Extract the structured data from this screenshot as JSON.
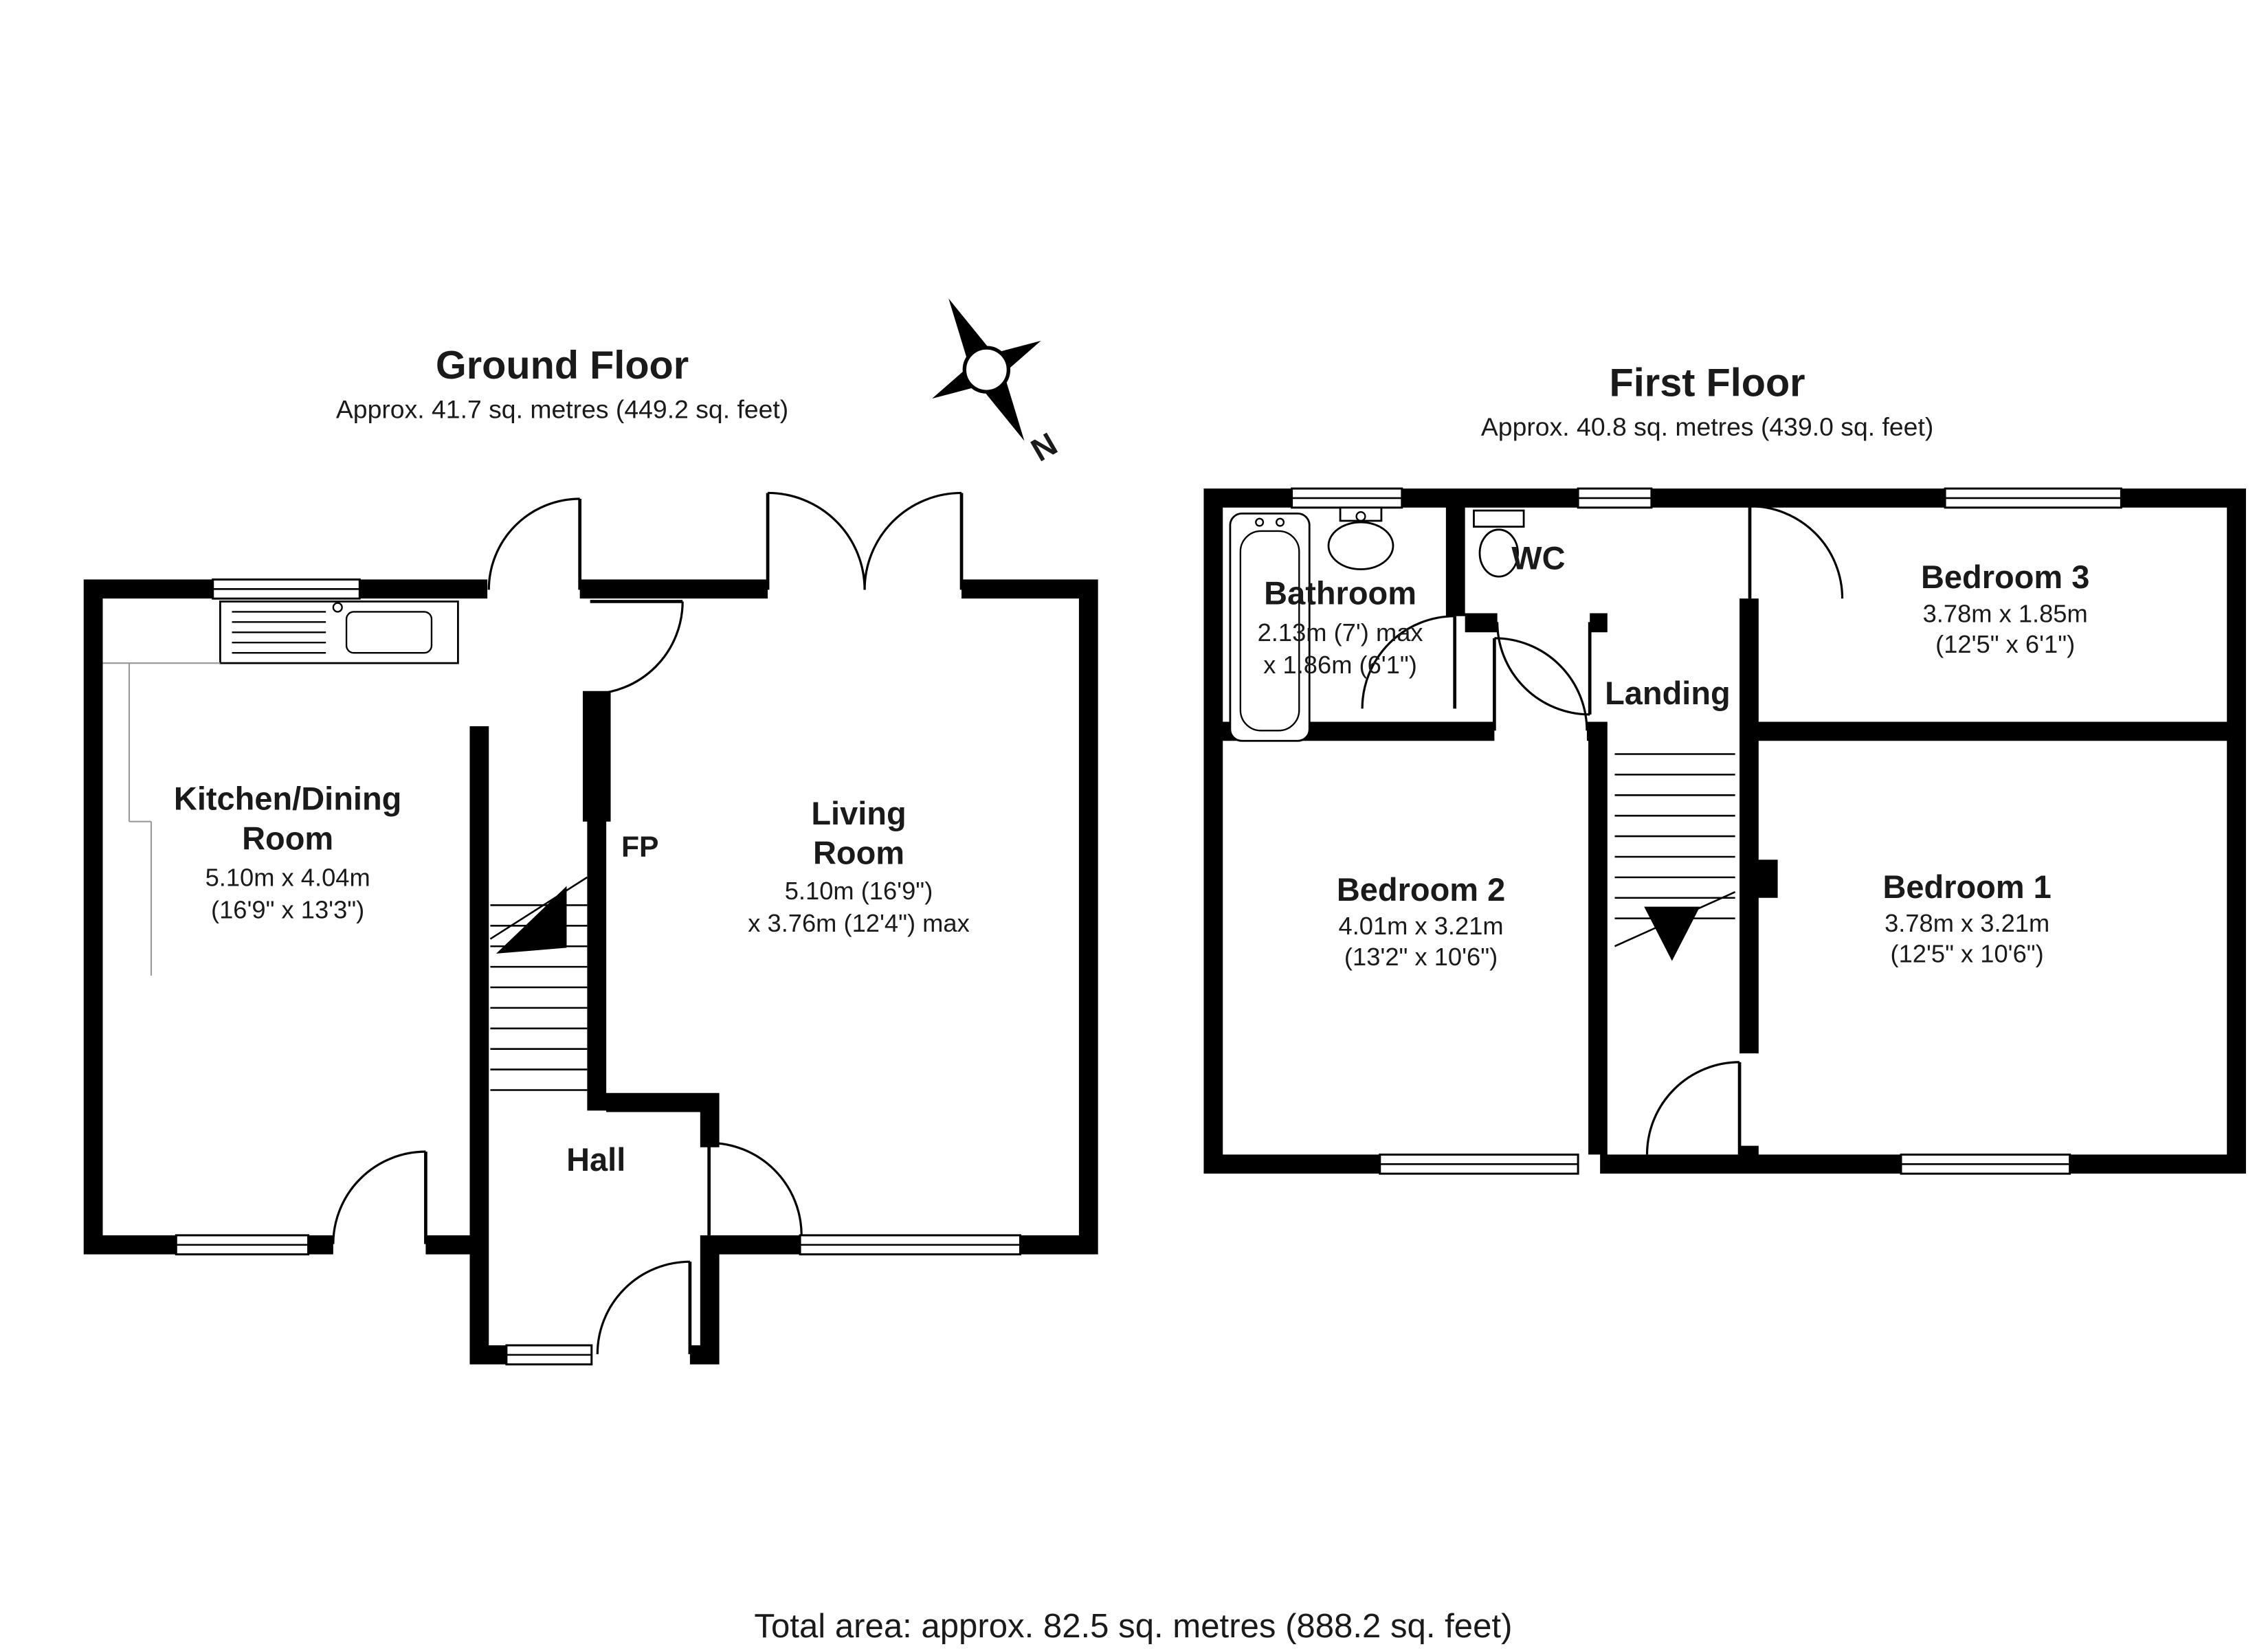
{
  "ground_floor": {
    "title": "Ground Floor",
    "subtitle": "Approx. 41.7 sq. metres (449.2 sq. feet)",
    "rooms": {
      "kitchen": {
        "name_line1": "Kitchen/Dining",
        "name_line2": "Room",
        "dims_line1": "5.10m x 4.04m",
        "dims_line2": "(16'9\" x 13'3\")"
      },
      "living": {
        "name_line1": "Living",
        "name_line2": "Room",
        "dims_line1": "5.10m (16'9\")",
        "dims_line2": "x 3.76m (12'4\") max"
      },
      "hall": {
        "name": "Hall"
      },
      "fireplace": {
        "label": "FP"
      }
    }
  },
  "first_floor": {
    "title": "First Floor",
    "subtitle": "Approx. 40.8 sq. metres (439.0 sq. feet)",
    "rooms": {
      "bathroom": {
        "name": "Bathroom",
        "dims_line1": "2.13m (7') max",
        "dims_line2": "x 1.86m (6'1\")"
      },
      "wc": {
        "name": "WC"
      },
      "landing": {
        "name": "Landing"
      },
      "bedroom3": {
        "name": "Bedroom 3",
        "dims_line1": "3.78m x 1.85m",
        "dims_line2": "(12'5\" x 6'1\")"
      },
      "bedroom2": {
        "name": "Bedroom 2",
        "dims_line1": "4.01m x 3.21m",
        "dims_line2": "(13'2\" x 10'6\")"
      },
      "bedroom1": {
        "name": "Bedroom 1",
        "dims_line1": "3.78m x 3.21m",
        "dims_line2": "(12'5\" x 10'6\")"
      }
    }
  },
  "compass": {
    "label": "N"
  },
  "footer": {
    "total_area": "Total area: approx. 82.5 sq. metres (888.2 sq. feet)"
  },
  "colors": {
    "wall": "#000000",
    "background": "#ffffff",
    "text": "#1a1a1a"
  }
}
